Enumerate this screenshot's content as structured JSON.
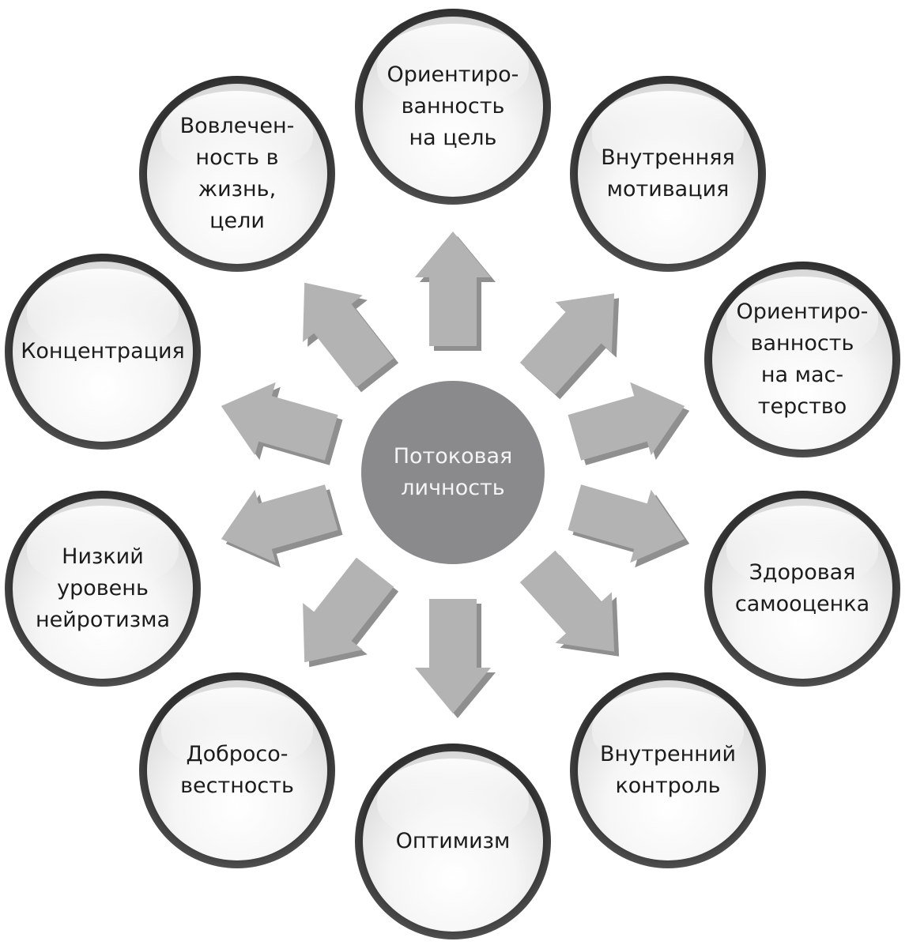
{
  "diagram": {
    "center": {
      "label": "Потоковая\nличность"
    },
    "nodes": [
      {
        "key": "goal-orientation",
        "label": "Ориентиро-\nванность\nна цель"
      },
      {
        "key": "intrinsic-motivation",
        "label": "Внутренняя\nмотивация"
      },
      {
        "key": "mastery-orientation",
        "label": "Ориентиро-\nванность\nна мас-\nтерство"
      },
      {
        "key": "healthy-self-esteem",
        "label": "Здоровая\nсамооценка"
      },
      {
        "key": "internal-control",
        "label": "Внутренний\nконтроль"
      },
      {
        "key": "optimism",
        "label": "Оптимизм"
      },
      {
        "key": "conscientiousness",
        "label": "Добросо-\nвестность"
      },
      {
        "key": "low-neuroticism",
        "label": "Низкий\nуровень\nнейротизма"
      },
      {
        "key": "concentration",
        "label": "Концентрация"
      },
      {
        "key": "life-engagement",
        "label": "Вовлечен-\nность в жизнь,\nцели"
      }
    ],
    "colors": {
      "center_fill": "#8a8a8c",
      "arrow_fill": "#b3b3b3",
      "node_ring": "#3a3a3a",
      "node_face": "#f4f4f4",
      "text": "#1c1c1c"
    }
  }
}
